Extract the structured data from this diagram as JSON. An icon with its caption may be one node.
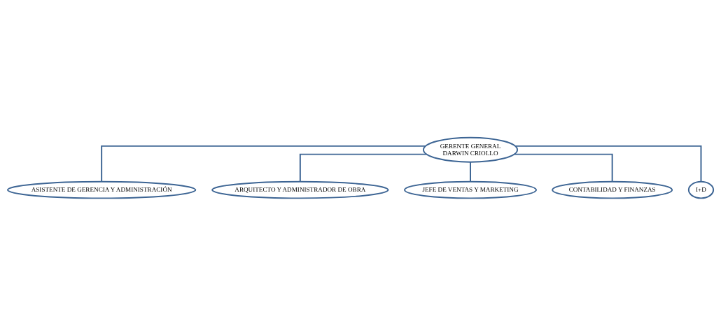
{
  "diagram": {
    "nodes": [
      {
        "text": [
          "GERENTE GENERAL",
          "DARWIN CRIOLLO"
        ]
      },
      {
        "text": [
          "ASISTENTE DE GERENCIA Y ADMINISTRACIÓN"
        ]
      },
      {
        "text": [
          "ARQUITECTO Y ADMINISTRADOR DE OBRA"
        ]
      },
      {
        "text": [
          "JEFE DE VENTAS Y MARKETING"
        ]
      },
      {
        "text": [
          "CONTABILIDAD Y FINANZAS"
        ]
      },
      {
        "text": [
          "I+D"
        ]
      }
    ],
    "edges": [
      {
        "from": 0,
        "to": 1,
        "arrow": "none"
      },
      {
        "from": 0,
        "to": 2,
        "arrow": "none"
      },
      {
        "from": 0,
        "to": 3,
        "arrow": "none"
      },
      {
        "from": 0,
        "to": 4,
        "arrow": "none"
      },
      {
        "from": 0,
        "to": 5,
        "arrow": "none"
      }
    ]
  }
}
